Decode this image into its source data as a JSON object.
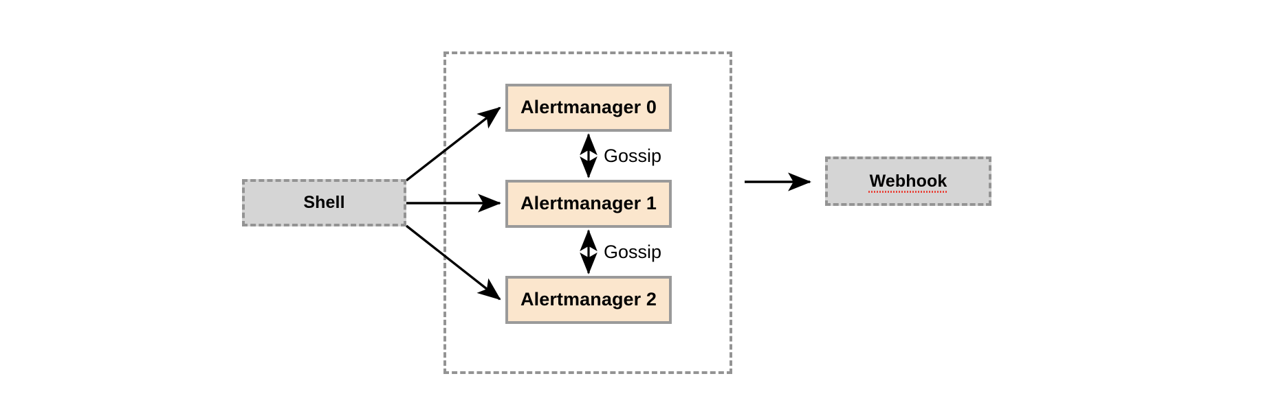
{
  "diagram": {
    "type": "architecture-diagram",
    "background_color": "#ffffff",
    "palette": {
      "cream_fill": "#fbe6cd",
      "cream_border": "#9a9a9a",
      "grey_fill": "#d5d5d5",
      "grey_border": "#939393",
      "cluster_border": "#939393",
      "arrow_color": "#000000",
      "text_color": "#000000",
      "spellcheck_underline": "#e8443a"
    },
    "nodes": {
      "shell": {
        "label": "Shell",
        "style": "dashed-grey"
      },
      "alertmanager_0": {
        "label": "Alertmanager 0",
        "style": "cream"
      },
      "alertmanager_1": {
        "label": "Alertmanager 1",
        "style": "cream"
      },
      "alertmanager_2": {
        "label": "Alertmanager 2",
        "style": "cream"
      },
      "webhook": {
        "label": "Webhook",
        "style": "dashed-grey",
        "spellcheck_flagged": true
      }
    },
    "cluster": {
      "label": ""
    },
    "edges": [
      {
        "from": "shell",
        "to": "alertmanager_0",
        "label": "",
        "direction": "one-way"
      },
      {
        "from": "shell",
        "to": "alertmanager_1",
        "label": "",
        "direction": "one-way"
      },
      {
        "from": "shell",
        "to": "alertmanager_2",
        "label": "",
        "direction": "one-way"
      },
      {
        "from": "alertmanager_0",
        "to": "alertmanager_1",
        "label": "Gossip",
        "direction": "two-way"
      },
      {
        "from": "alertmanager_1",
        "to": "alertmanager_2",
        "label": "Gossip",
        "direction": "two-way"
      },
      {
        "from": "cluster",
        "to": "webhook",
        "label": "",
        "direction": "one-way"
      }
    ],
    "edge_labels": {
      "gossip_upper": "Gossip",
      "gossip_lower": "Gossip"
    }
  }
}
